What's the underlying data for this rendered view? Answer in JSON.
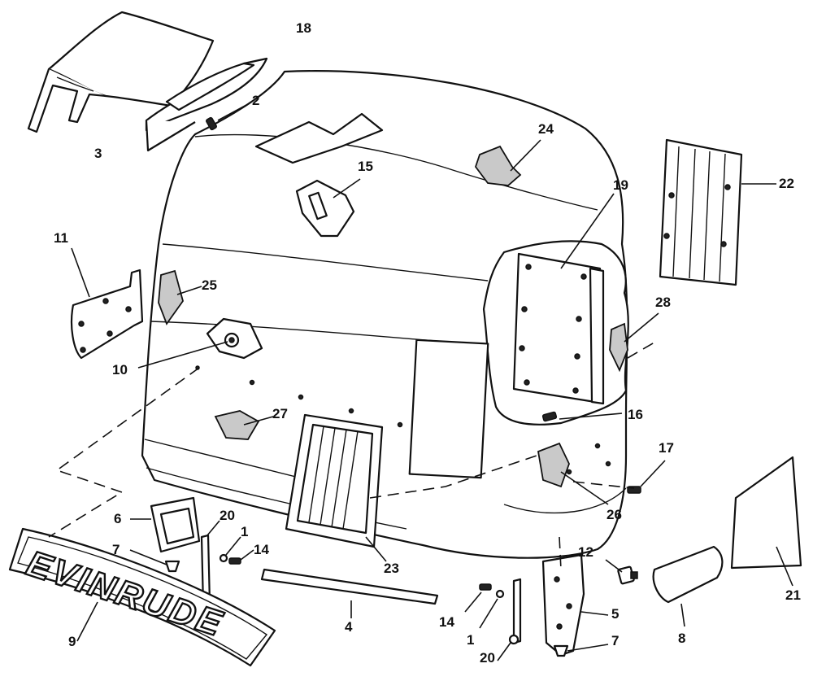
{
  "diagram": {
    "brand_badge_text": "EVINRUDE",
    "callouts": {
      "c1a": "1",
      "c1b": "1",
      "c2": "2",
      "c3": "3",
      "c4": "4",
      "c5": "5",
      "c6": "6",
      "c7a": "7",
      "c7b": "7",
      "c8": "8",
      "c9": "9",
      "c10": "10",
      "c11": "11",
      "c12": "12",
      "c14a": "14",
      "c14b": "14",
      "c15": "15",
      "c16": "16",
      "c17": "17",
      "c18": "18",
      "c19": "19",
      "c20a": "20",
      "c20b": "20",
      "c21": "21",
      "c22": "22",
      "c23": "23",
      "c24": "24",
      "c25": "25",
      "c26": "26",
      "c27": "27",
      "c28": "28"
    }
  }
}
